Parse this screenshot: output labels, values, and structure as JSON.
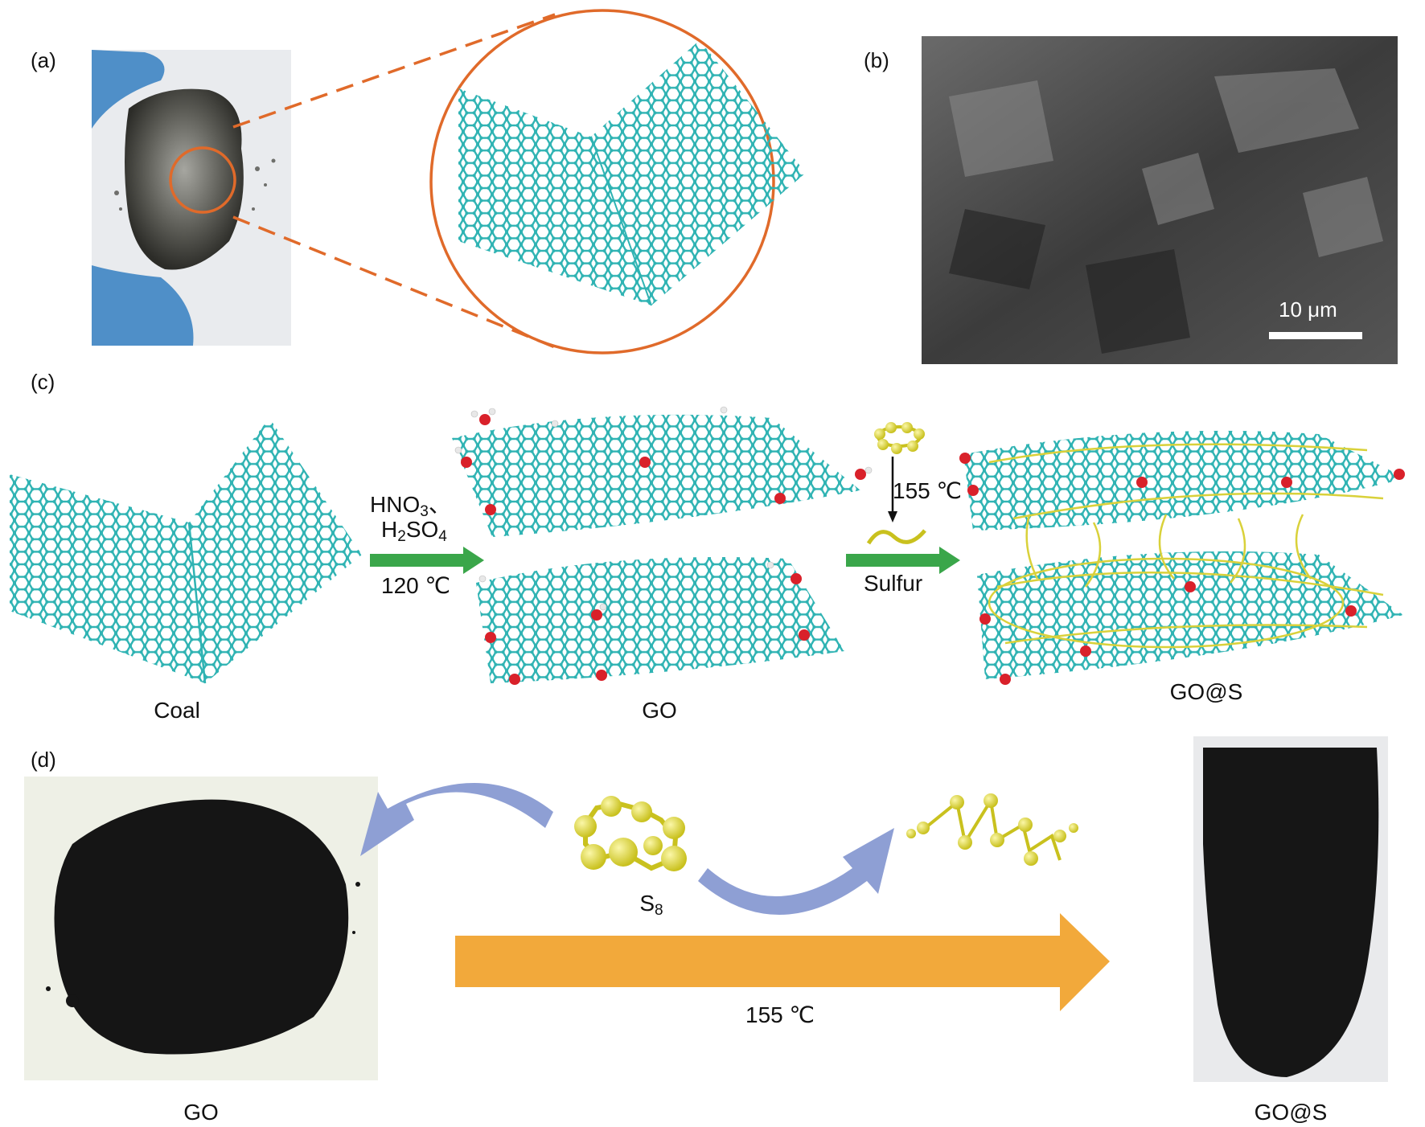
{
  "panels": {
    "a": {
      "label": "(a)"
    },
    "b": {
      "label": "(b)",
      "scale_bar": "10 μm"
    },
    "c": {
      "label": "(c)",
      "coal_label": "Coal",
      "go_label": "GO",
      "gos_label": "GO@S",
      "reagent_1": "HNO",
      "reagent_1_sub": "3",
      "reagent_1_suffix": "、",
      "reagent_2_pre": "H",
      "reagent_2_sub1": "2",
      "reagent_2_mid": "SO",
      "reagent_2_sub2": "4",
      "temp_1": "120 ℃",
      "temp_2": "155 ℃",
      "sulfur_label": "Sulfur"
    },
    "d": {
      "label": "(d)",
      "go_label": "GO",
      "gos_label": "GO@S",
      "s8_main": "S",
      "s8_sub": "8",
      "temp": "155 ℃"
    }
  },
  "colors": {
    "carbon": "#2fb3b3",
    "oxygen": "#d9212a",
    "hydrogen": "#e8e8e8",
    "sulfur": "#e4df4a",
    "highlight_circle": "#e06a2a",
    "green_arrow": "#3aa64a",
    "blue_arrow": "#8e9fd4",
    "orange_arrow": "#f2a93b"
  }
}
